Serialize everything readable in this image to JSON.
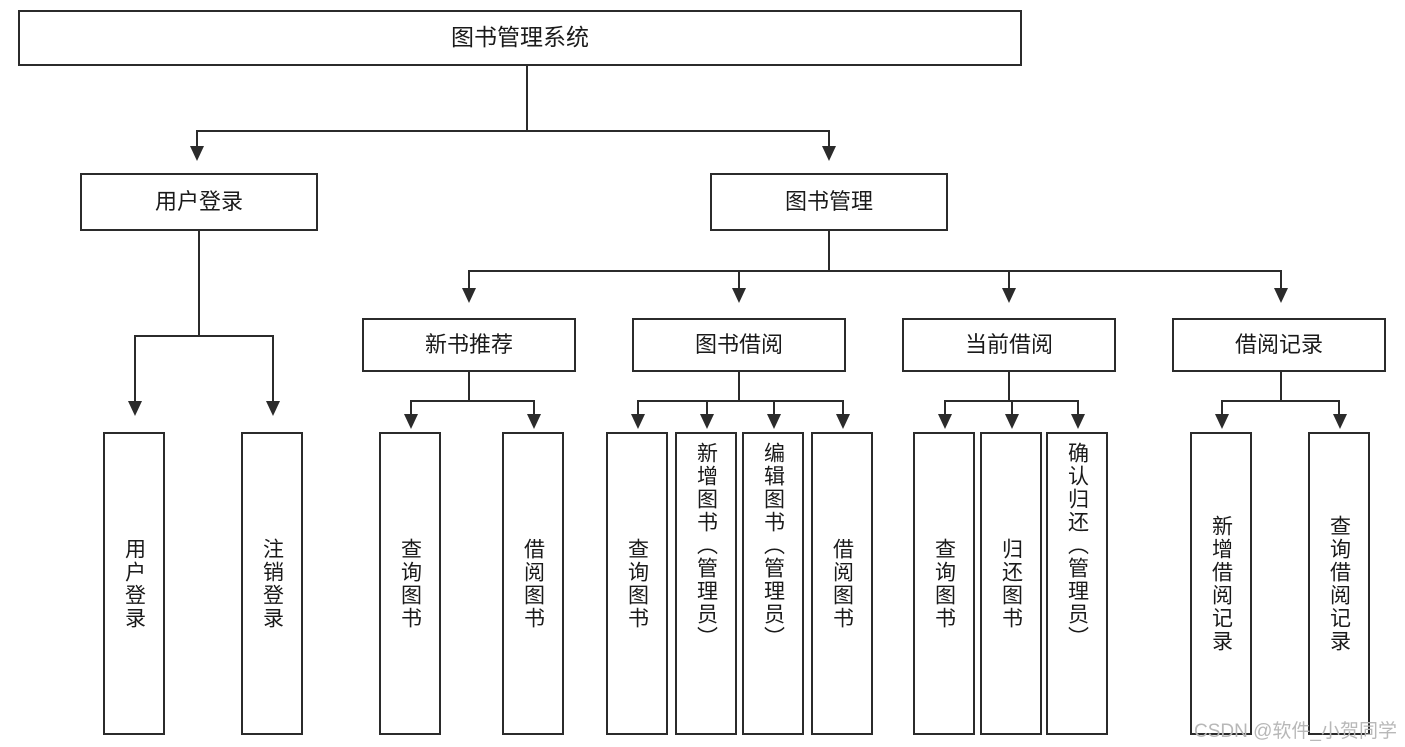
{
  "diagram": {
    "title": "图书管理系统",
    "type": "hierarchy-tree",
    "watermark": "CSDN @软件_小贺同学",
    "colors": {
      "box_border": "#2b2b2b",
      "box_fill": "#ffffff",
      "connector": "#2b2b2b",
      "text": "#1a1a1a",
      "watermark": "#b8b8b8",
      "background": "#ffffff"
    },
    "levels": {
      "root": "图书管理系统",
      "level2": [
        "用户登录",
        "图书管理"
      ],
      "level3": [
        "新书推荐",
        "图书借阅",
        "当前借阅",
        "借阅记录"
      ]
    },
    "nodes": {
      "root": {
        "label": "图书管理系统"
      },
      "user_login": {
        "label": "用户登录"
      },
      "book_manage": {
        "label": "图书管理"
      },
      "new_book_rec": {
        "label": "新书推荐"
      },
      "book_borrow": {
        "label": "图书借阅"
      },
      "current_borrow": {
        "label": "当前借阅"
      },
      "borrow_record": {
        "label": "借阅记录"
      },
      "leaf_user_login": {
        "label": "用户登录"
      },
      "leaf_user_logout": {
        "label": "注销登录"
      },
      "leaf_query_book_1": {
        "label": "查询图书"
      },
      "leaf_borrow_book_1": {
        "label": "借阅图书"
      },
      "leaf_query_book_2": {
        "label": "查询图书"
      },
      "leaf_add_book": {
        "label": "新增图书（管理员）"
      },
      "leaf_edit_book": {
        "label": "编辑图书（管理员）"
      },
      "leaf_borrow_book_2": {
        "label": "借阅图书"
      },
      "leaf_query_book_3": {
        "label": "查询图书"
      },
      "leaf_return_book": {
        "label": "归还图书"
      },
      "leaf_confirm_return": {
        "label": "确认归还（管理员）"
      },
      "leaf_add_record": {
        "label": "新增借阅记录"
      },
      "leaf_query_record": {
        "label": "查询借阅记录"
      }
    },
    "edges": [
      {
        "from": "图书管理系统",
        "to": "用户登录"
      },
      {
        "from": "图书管理系统",
        "to": "图书管理"
      },
      {
        "from": "用户登录",
        "to": "用户登录"
      },
      {
        "from": "用户登录",
        "to": "注销登录"
      },
      {
        "from": "图书管理",
        "to": "新书推荐"
      },
      {
        "from": "图书管理",
        "to": "图书借阅"
      },
      {
        "from": "图书管理",
        "to": "当前借阅"
      },
      {
        "from": "图书管理",
        "to": "借阅记录"
      },
      {
        "from": "新书推荐",
        "to": "查询图书"
      },
      {
        "from": "新书推荐",
        "to": "借阅图书"
      },
      {
        "from": "图书借阅",
        "to": "查询图书"
      },
      {
        "from": "图书借阅",
        "to": "新增图书（管理员）"
      },
      {
        "from": "图书借阅",
        "to": "编辑图书（管理员）"
      },
      {
        "from": "图书借阅",
        "to": "借阅图书"
      },
      {
        "from": "当前借阅",
        "to": "查询图书"
      },
      {
        "from": "当前借阅",
        "to": "归还图书"
      },
      {
        "from": "当前借阅",
        "to": "确认归还（管理员）"
      },
      {
        "from": "借阅记录",
        "to": "新增借阅记录"
      },
      {
        "from": "借阅记录",
        "to": "查询借阅记录"
      }
    ]
  }
}
